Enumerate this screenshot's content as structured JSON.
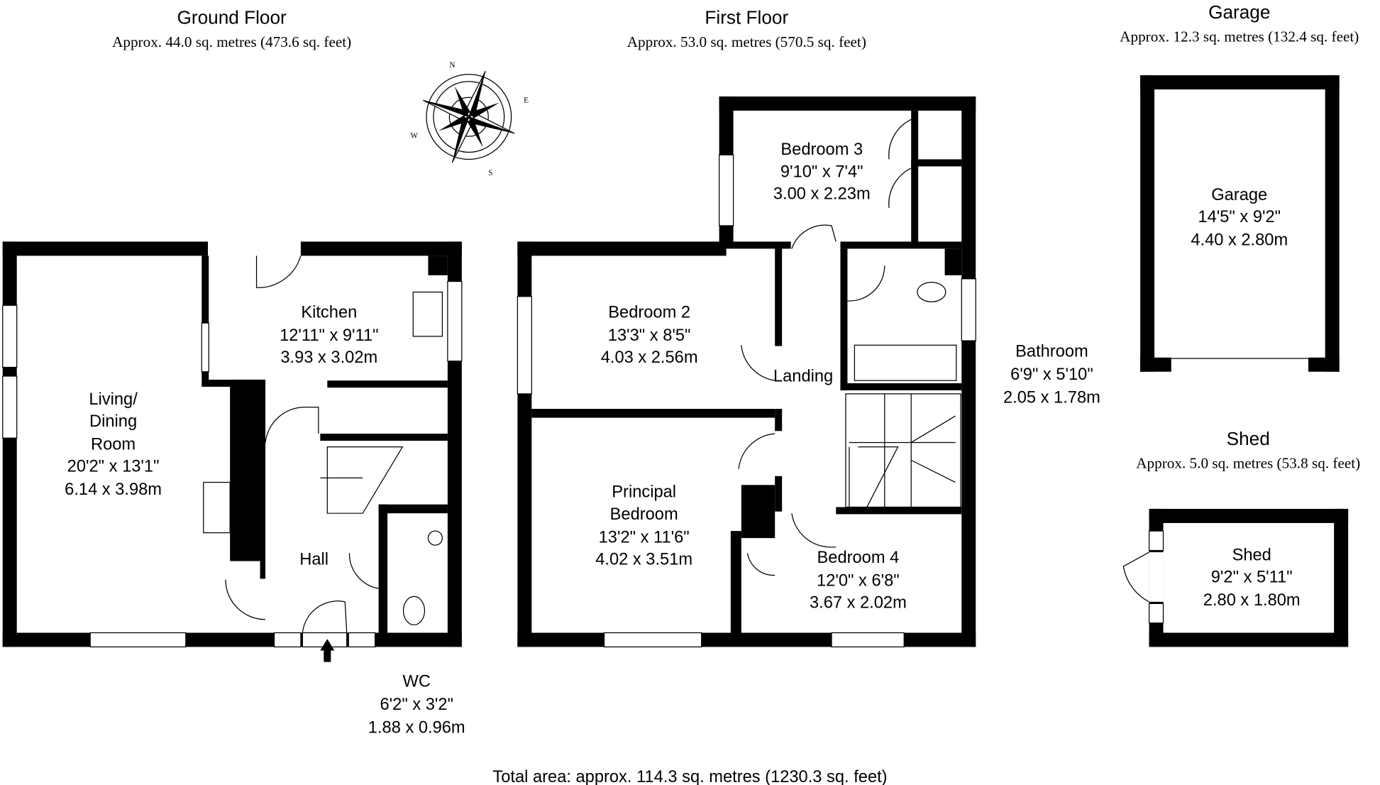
{
  "floors": {
    "ground": {
      "title": "Ground Floor",
      "area": "Approx. 44.0 sq. metres (473.6 sq. feet)"
    },
    "first": {
      "title": "First Floor",
      "area": "Approx. 53.0 sq. metres (570.5 sq. feet)"
    },
    "garage": {
      "title": "Garage",
      "area": "Approx. 12.3 sq. metres (132.4 sq. feet)"
    },
    "shed": {
      "title": "Shed",
      "area": "Approx. 5.0 sq. metres (53.8 sq. feet)"
    }
  },
  "rooms": {
    "living": {
      "l1": "Living/",
      "l2": "Dining",
      "l3": "Room",
      "imp": "20'2\" x 13'1\"",
      "met": "6.14 x 3.98m"
    },
    "kitchen": {
      "name": "Kitchen",
      "imp": "12'11\" x 9'11\"",
      "met": "3.93 x 3.02m"
    },
    "hall": {
      "name": "Hall"
    },
    "wc": {
      "name": "WC",
      "imp": "6'2\" x 3'2\"",
      "met": "1.88 x 0.96m"
    },
    "bedroom3": {
      "name": "Bedroom 3",
      "imp": "9'10\" x 7'4\"",
      "met": "3.00 x 2.23m"
    },
    "bedroom2": {
      "name": "Bedroom 2",
      "imp": "13'3\" x 8'5\"",
      "met": "4.03 x 2.56m"
    },
    "landing": {
      "name": "Landing"
    },
    "bathroom": {
      "name": "Bathroom",
      "imp": "6'9\" x 5'10\"",
      "met": "2.05 x 1.78m"
    },
    "principal": {
      "l1": "Principal",
      "l2": "Bedroom",
      "imp": "13'2\" x 11'6\"",
      "met": "4.02 x 3.51m"
    },
    "bedroom4": {
      "name": "Bedroom 4",
      "imp": "12'0\" x 6'8\"",
      "met": "3.67 x 2.02m"
    },
    "garage": {
      "name": "Garage",
      "imp": "14'5\" x 9'2\"",
      "met": "4.40 x 2.80m"
    },
    "shed": {
      "name": "Shed",
      "imp": "9'2\" x 5'11\"",
      "met": "2.80 x 1.80m"
    }
  },
  "compass": {
    "n": "N",
    "s": "S",
    "e": "E",
    "w": "W"
  },
  "total": "Total area: approx. 114.3 sq. metres (1230.3 sq. feet)"
}
